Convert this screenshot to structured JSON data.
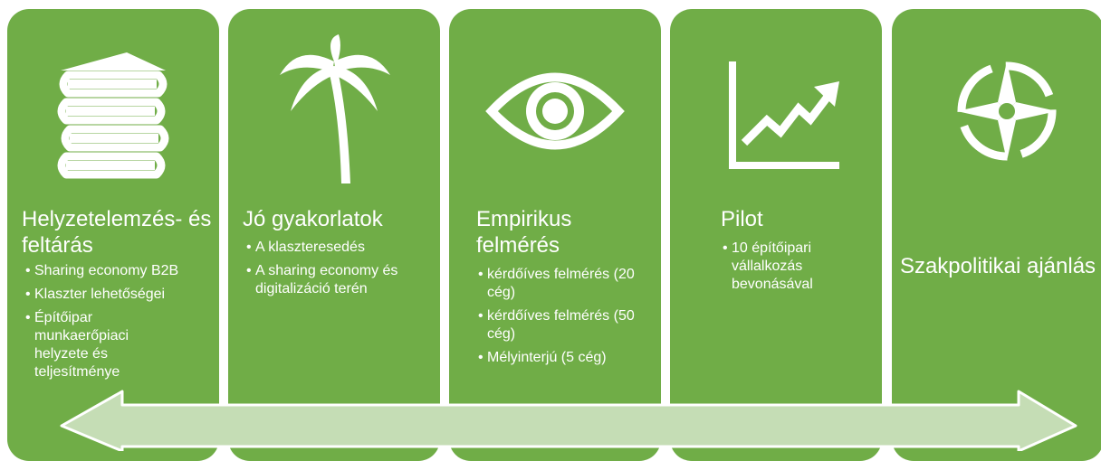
{
  "colors": {
    "card": "#70ad47",
    "arrow": "#c5ddb5",
    "text": "#ffffff"
  },
  "stages": [
    {
      "icon": "books-icon",
      "title": "Helyzetelemzés- és feltárás",
      "bullets": [
        "Sharing economy B2B",
        "Klaszter lehetőségei",
        "Építőipar munkaerőpiaci helyzete és teljesítménye"
      ]
    },
    {
      "icon": "palm-tree-icon",
      "title": "Jó gyakorlatok",
      "bullets": [
        "A klaszteresedés",
        "A sharing economy és digitalizáció terén"
      ]
    },
    {
      "icon": "eye-icon",
      "title": "Empirikus felmérés",
      "bullets": [
        "kérdőíves felmérés (20 cég)",
        "kérdőíves felmérés (50 cég)",
        "Mélyinterjú (5 cég)"
      ]
    },
    {
      "icon": "line-chart-icon",
      "title": "Pilot",
      "bullets": [
        "10 építőipari vállalkozás bevonásával"
      ]
    },
    {
      "icon": "compass-icon",
      "title": "Szakpolitikai ajánlás",
      "bullets": []
    }
  ]
}
